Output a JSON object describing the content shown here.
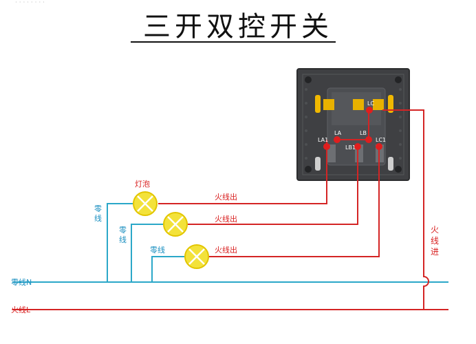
{
  "title": "三开双控开关",
  "top_strip": "· · · · · · · ·",
  "lamp_label": "灯泡",
  "neutral_labels": [
    "零线",
    "零线",
    "零线"
  ],
  "live_out_labels": [
    "火线出",
    "火线出",
    "火线出"
  ],
  "live_in_label": "火线进",
  "terminal_labels": {
    "LA1": "LA1",
    "LA": "LA",
    "LB": "LB",
    "LB1": "LB1",
    "LC": "LC",
    "LC1": "LC1"
  },
  "bus_labels": {
    "neutral": "零线N",
    "live": "火线L"
  },
  "colors": {
    "live_wire": "#d42424",
    "neutral_wire": "#2aa7c8",
    "switch_body": "#3f4043",
    "lamp_fill": "#f3e23a",
    "terminal": "#e01e1e",
    "label_red": "#d81e1e",
    "label_blue": "#1a8fc0"
  }
}
